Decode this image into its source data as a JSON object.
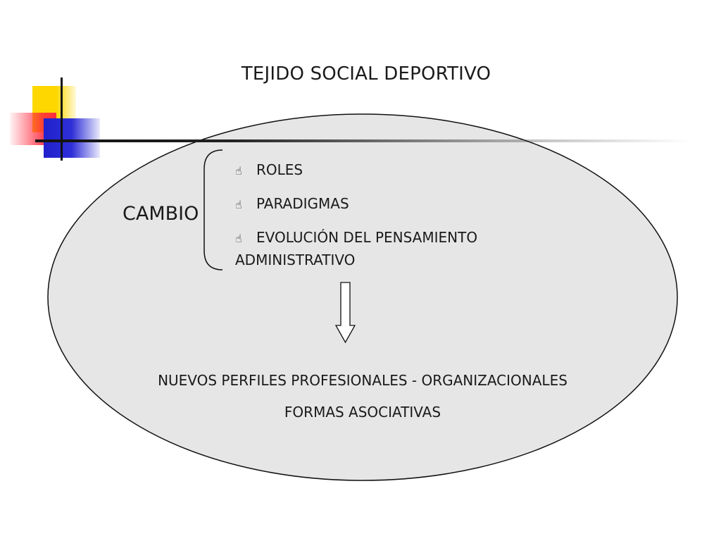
{
  "title": "TEJIDO SOCIAL DEPORTIVO",
  "cambio_label": "CAMBIO",
  "bullets": [
    {
      "icon": "pointing-hand-icon",
      "text": "ROLES"
    },
    {
      "icon": "pointing-hand-icon",
      "text": "PARADIGMAS"
    },
    {
      "icon": "pointing-hand-icon",
      "text": "EVOLUCIÓN DEL PENSAMIENTO ADMINISTRATIVO"
    }
  ],
  "results": {
    "line1": "NUEVOS PERFILES PROFESIONALES - ORGANIZACIONALES",
    "line2": "FORMAS ASOCIATIVAS"
  },
  "colors": {
    "ellipse_fill": "#e6e6e6",
    "ellipse_stroke": "#111111",
    "deco_yellow": "#ffd700",
    "deco_red": "#ff2840",
    "deco_blue": "#2020cc"
  }
}
